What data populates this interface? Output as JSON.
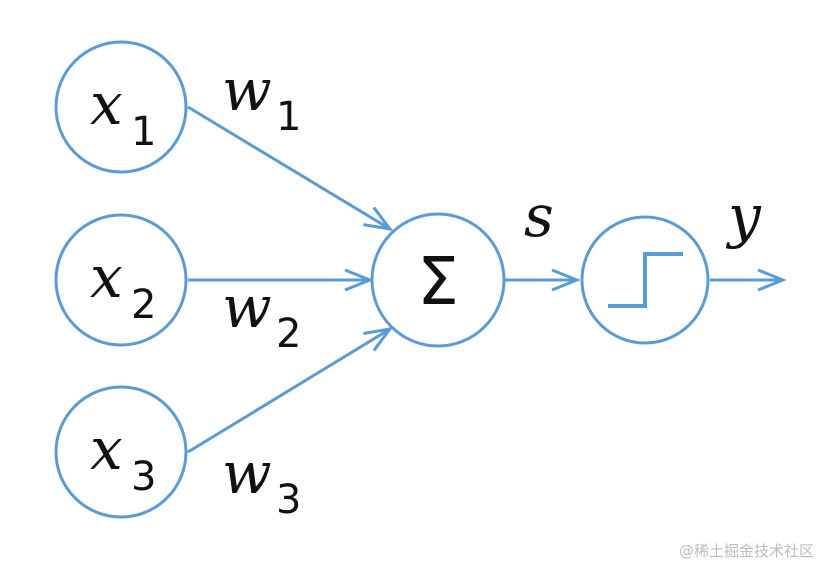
{
  "colors": {
    "stroke": "#5b9bd5",
    "text": "#111111"
  },
  "inputs": [
    {
      "var": "x",
      "sub": "1"
    },
    {
      "var": "x",
      "sub": "2"
    },
    {
      "var": "x",
      "sub": "3"
    }
  ],
  "weights": [
    {
      "var": "w",
      "sub": "1"
    },
    {
      "var": "w",
      "sub": "2"
    },
    {
      "var": "w",
      "sub": "3"
    }
  ],
  "sum_node": {
    "symbol": "Σ"
  },
  "sum_output_label": "s",
  "activation_node": {
    "icon": "step-function-icon"
  },
  "output_label": "y",
  "watermark": "@稀土掘金技术社区"
}
